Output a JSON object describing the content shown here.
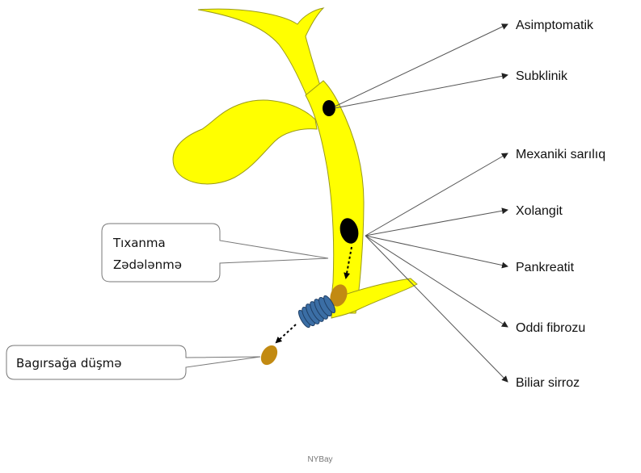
{
  "labels": {
    "asimptomatik": "Asimptomatik",
    "subklinik": "Subklinik",
    "mexaniki": "Mexaniki sarılıq",
    "xolangit": "Xolangit",
    "pankreatit": "Pankreatit",
    "oddi": "Oddi fibrozu",
    "biliar": "Biliar sirroz"
  },
  "callouts": {
    "obstruction_line1": "Tıxanma",
    "obstruction_line2": "Zədələnmə",
    "intestine": "Bagırsağa düşmə"
  },
  "watermark": "NYBay",
  "colors": {
    "duct": "#ffff00",
    "stone_black": "#000000",
    "stone_brown": "#c28a12",
    "sphincter": "#3b6ea5"
  }
}
